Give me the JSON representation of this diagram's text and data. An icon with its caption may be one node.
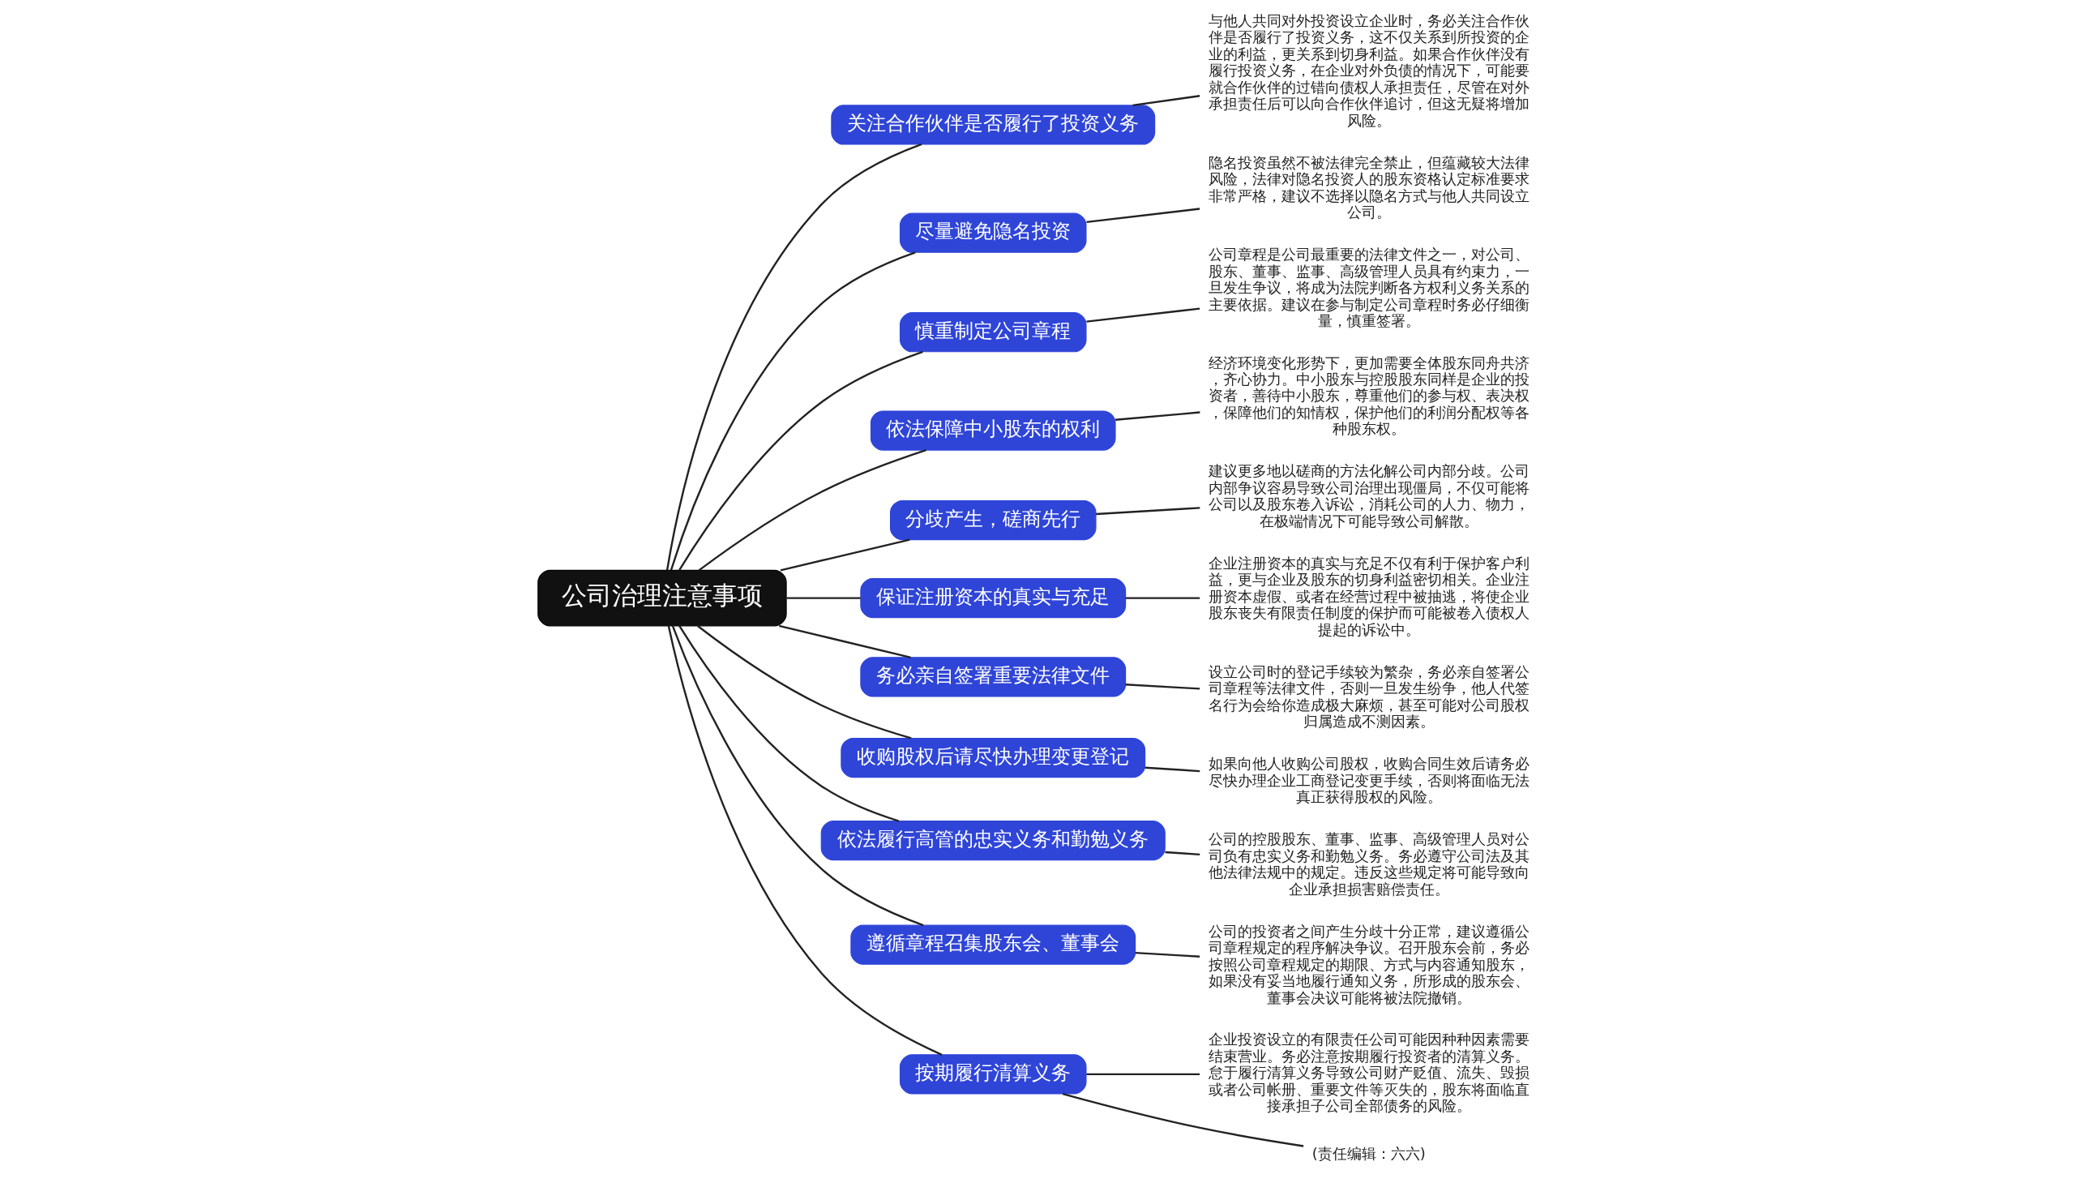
{
  "diagram": {
    "nodes": [
      {
        "text": [
          "公司治理注意事项"
        ]
      },
      {
        "text": [
          "关注合作伙伴是否履行了投资义务"
        ]
      },
      {
        "text": [
          "与他人共同对外投资设立企业时，务必关注合作伙伴是否履行了投资义务，这不仅关系到所投资的企业的利益，更关系到切身利益。如果合作伙伴没有履行投资义务，在企业对外负债的情况下，可能要就合作伙伴的过错向债权人承担责任，尽管在对外承担责任后可以向合作伙伴追讨，但这无疑将增加风险。"
        ]
      },
      {
        "text": [
          "尽量避免隐名投资"
        ]
      },
      {
        "text": [
          "隐名投资虽然不被法律完全禁止，但蕴藏较大法律风险，法律对隐名投资人的股东资格认定标准要求非常严格，建议不选择以隐名方式与他人共同设立公司。"
        ]
      },
      {
        "text": [
          "慎重制定公司章程"
        ]
      },
      {
        "text": [
          "公司章程是公司最重要的法律文件之一，对公司、股东、董事、监事、高级管理人员具有约束力，一旦发生争议，将成为法院判断各方权利义务关系的主要依据。建议在参与制定公司章程时务必仔细衡量，慎重签署。"
        ]
      },
      {
        "text": [
          "依法保障中小股东的权利"
        ]
      },
      {
        "text": [
          "经济环境变化形势下，更加需要全体股东同舟共济，齐心协力。中小股东与控股股东同样是企业的投资者，善待中小股东，尊重他们的参与权、表决权，保障他们的知情权，保护他们的利润分配权等各种股东权。"
        ]
      },
      {
        "text": [
          "分歧产生，磋商先行"
        ]
      },
      {
        "text": [
          "建议更多地以磋商的方法化解公司内部分歧。公司内部争议容易导致公司治理出现僵局，不仅可能将公司以及股东卷入诉讼，消耗公司的人力、物力，在极端情况下可能导致公司解散。"
        ]
      },
      {
        "text": [
          "保证注册资本的真实与充足"
        ]
      },
      {
        "text": [
          "企业注册资本的真实与充足不仅有利于保护客户利益，更与企业及股东的切身利益密切相关。企业注册资本虚假、或者在经营过程中被抽逃，将使企业股东丧失有限责任制度的保护而可能被卷入债权人提起的诉讼中。"
        ]
      },
      {
        "text": [
          "务必亲自签署重要法律文件"
        ]
      },
      {
        "text": [
          "设立公司时的登记手续较为繁杂，务必亲自签署公司章程等法律文件，否则一旦发生纷争，他人代签名行为会给你造成极大麻烦，甚至可能对公司股权归属造成不测因素。"
        ]
      },
      {
        "text": [
          "收购股权后请尽快办理变更登记"
        ]
      },
      {
        "text": [
          "如果向他人收购公司股权，收购合同生效后请务必尽快办理企业工商登记变更手续，否则将面临无法真正获得股权的风险。"
        ]
      },
      {
        "text": [
          "依法履行高管的忠实义务和勤勉义务"
        ]
      },
      {
        "text": [
          "公司的控股股东、董事、监事、高级管理人员对公司负有忠实义务和勤勉义务。务必遵守公司法及其他法律法规中的规定。违反这些规定将可能导致向企业承担损害赔偿责任。"
        ]
      },
      {
        "text": [
          "遵循章程召集股东会、董事会"
        ]
      },
      {
        "text": [
          "公司的投资者之间产生分歧十分正常，建议遵循公司章程规定的程序解决争议。召开股东会前，务必按照公司章程规定的期限、方式与内容通知股东，如果没有妥当地履行通知义务，所形成的股东会、董事会决议可能将被法院撤销。"
        ]
      },
      {
        "text": [
          "按期履行清算义务"
        ]
      },
      {
        "text": [
          "企业投资设立的有限责任公司可能因种种因素需要结束营业。务必注意按期履行投资者的清算义务。怠于履行清算义务导致公司财产贬值、流失、毁损或者公司帐册、重要文件等灭失的，股东将面临直接承担子公司全部债务的风险。"
        ]
      },
      {
        "text": [
          "(责任编辑：六六)"
        ]
      }
    ],
    "edges": [
      {
        "from": 0,
        "to": 1,
        "arrow": "none"
      },
      {
        "from": 1,
        "to": 2,
        "arrow": "none"
      },
      {
        "from": 0,
        "to": 3,
        "arrow": "none"
      },
      {
        "from": 3,
        "to": 4,
        "arrow": "none"
      },
      {
        "from": 0,
        "to": 5,
        "arrow": "none"
      },
      {
        "from": 5,
        "to": 6,
        "arrow": "none"
      },
      {
        "from": 0,
        "to": 7,
        "arrow": "none"
      },
      {
        "from": 7,
        "to": 8,
        "arrow": "none"
      },
      {
        "from": 0,
        "to": 9,
        "arrow": "none"
      },
      {
        "from": 9,
        "to": 10,
        "arrow": "none"
      },
      {
        "from": 0,
        "to": 11,
        "arrow": "none"
      },
      {
        "from": 11,
        "to": 12,
        "arrow": "none"
      },
      {
        "from": 0,
        "to": 13,
        "arrow": "none"
      },
      {
        "from": 13,
        "to": 14,
        "arrow": "none"
      },
      {
        "from": 0,
        "to": 15,
        "arrow": "none"
      },
      {
        "from": 15,
        "to": 16,
        "arrow": "none"
      },
      {
        "from": 0,
        "to": 17,
        "arrow": "none"
      },
      {
        "from": 17,
        "to": 18,
        "arrow": "none"
      },
      {
        "from": 0,
        "to": 19,
        "arrow": "none"
      },
      {
        "from": 19,
        "to": 20,
        "arrow": "none"
      },
      {
        "from": 0,
        "to": 21,
        "arrow": "none"
      },
      {
        "from": 21,
        "to": 22,
        "arrow": "none"
      },
      {
        "from": 21,
        "to": 23,
        "arrow": "none"
      }
    ]
  }
}
